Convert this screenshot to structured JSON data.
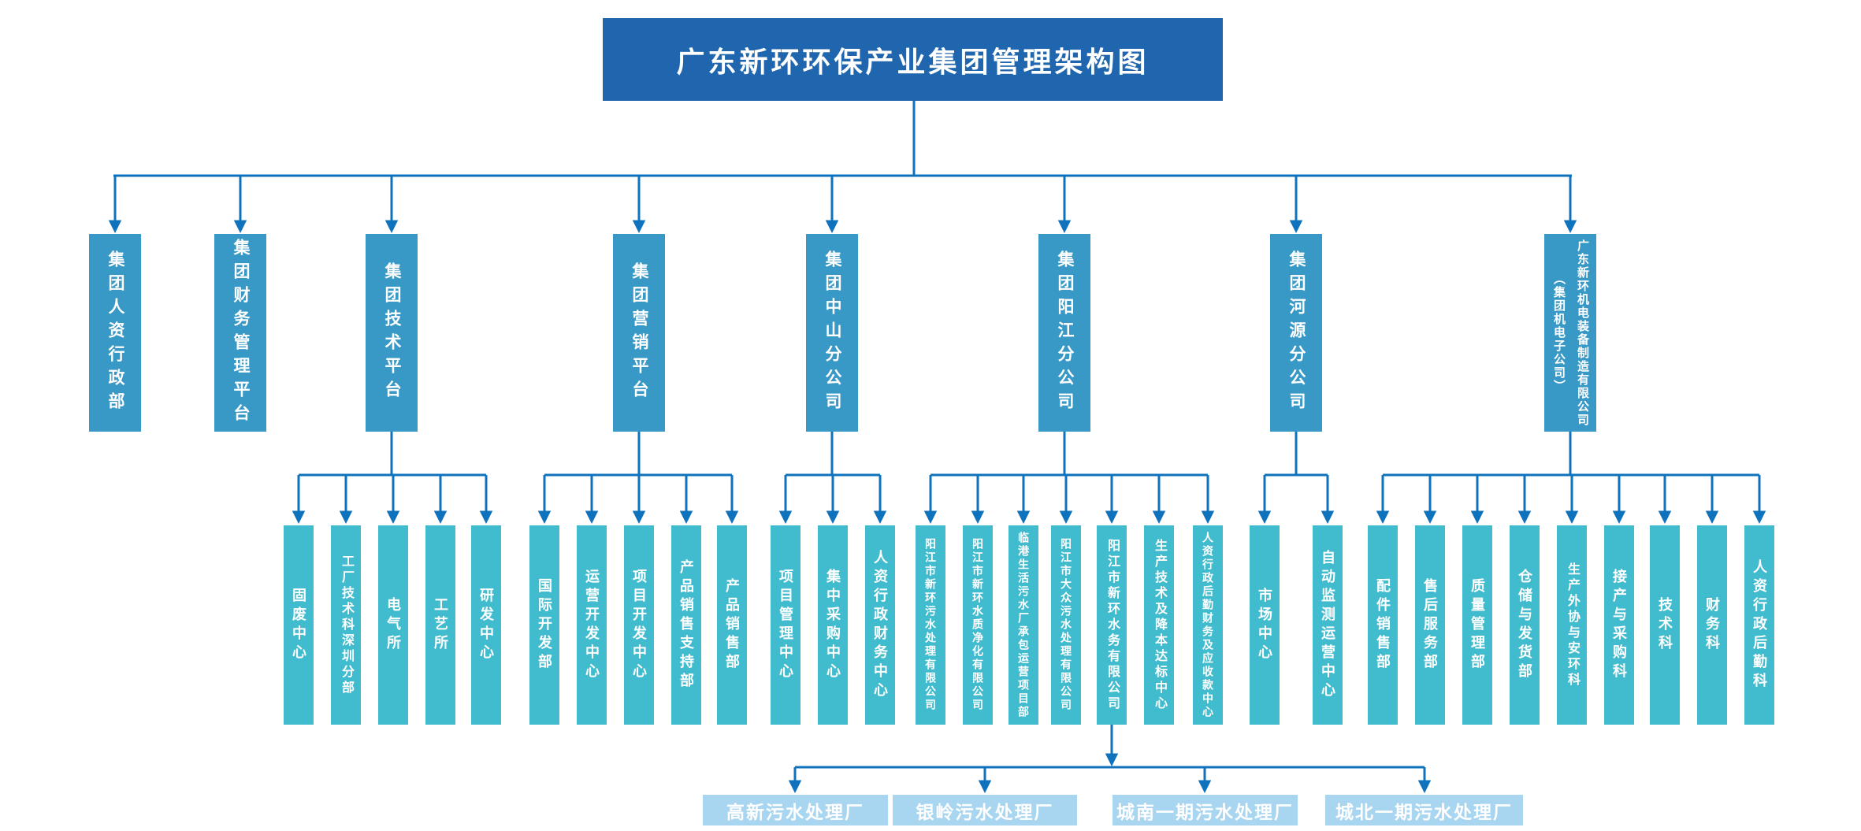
{
  "title": "广东新环环保产业集团管理架构图",
  "colors": {
    "root_box": "#2066AE",
    "level2_box": "#3999C6",
    "level3_box": "#41BCCE",
    "level4_box": "#A8D5F0",
    "connector": "#0F72BC",
    "text": "#FFFFFF"
  },
  "tree": {
    "root": {
      "label": "广东新环环保产业集团管理架构图"
    },
    "branches": [
      {
        "label": "集团人资行政部",
        "children": []
      },
      {
        "label": "集团财务管理平台",
        "children": []
      },
      {
        "label": "集团技术平台",
        "children": [
          {
            "label": "固废中心"
          },
          {
            "label": "工厂技术科深圳分部"
          },
          {
            "label": "电气所"
          },
          {
            "label": "工艺所"
          },
          {
            "label": "研发中心"
          }
        ]
      },
      {
        "label": "集团营销平台",
        "children": [
          {
            "label": "国际开发部"
          },
          {
            "label": "运营开发中心"
          },
          {
            "label": "项目开发中心"
          },
          {
            "label": "产品销售支持部"
          },
          {
            "label": "产品销售部"
          }
        ]
      },
      {
        "label": "集团中山分公司",
        "children": [
          {
            "label": "项目管理中心"
          },
          {
            "label": "集中采购中心"
          },
          {
            "label": "人资行政财务中心"
          }
        ]
      },
      {
        "label": "集团阳江分公司",
        "children": [
          {
            "label": "阳江市新环污水处理有限公司"
          },
          {
            "label": "阳江市新环水质净化有限公司"
          },
          {
            "label": "临港生活污水厂承包运营项目部"
          },
          {
            "label": "阳江市大众污水处理有限公司"
          },
          {
            "label": "阳江市新环水务有限公司",
            "children": [
              {
                "label": "高新污水处理厂"
              },
              {
                "label": "银岭污水处理厂"
              },
              {
                "label": "城南一期污水处理厂"
              },
              {
                "label": "城北一期污水处理厂"
              }
            ]
          },
          {
            "label": "生产技术及降本达标中心"
          },
          {
            "label": "人资行政后勤财务及应收款中心"
          }
        ]
      },
      {
        "label": "集团河源分公司",
        "children": [
          {
            "label": "市场中心"
          },
          {
            "label": "自动监测运营中心"
          }
        ]
      },
      {
        "label": "广东新环机电装备制造有限公司",
        "sublabel": "（集团机电子公司）",
        "children": [
          {
            "label": "配件销售部"
          },
          {
            "label": "售后服务部"
          },
          {
            "label": "质量管理部"
          },
          {
            "label": "仓储与发货部"
          },
          {
            "label": "生产外协与安环科"
          },
          {
            "label": "接产与采购科"
          },
          {
            "label": "技术科"
          },
          {
            "label": "财务科"
          },
          {
            "label": "人资行政后勤科"
          }
        ]
      }
    ]
  }
}
